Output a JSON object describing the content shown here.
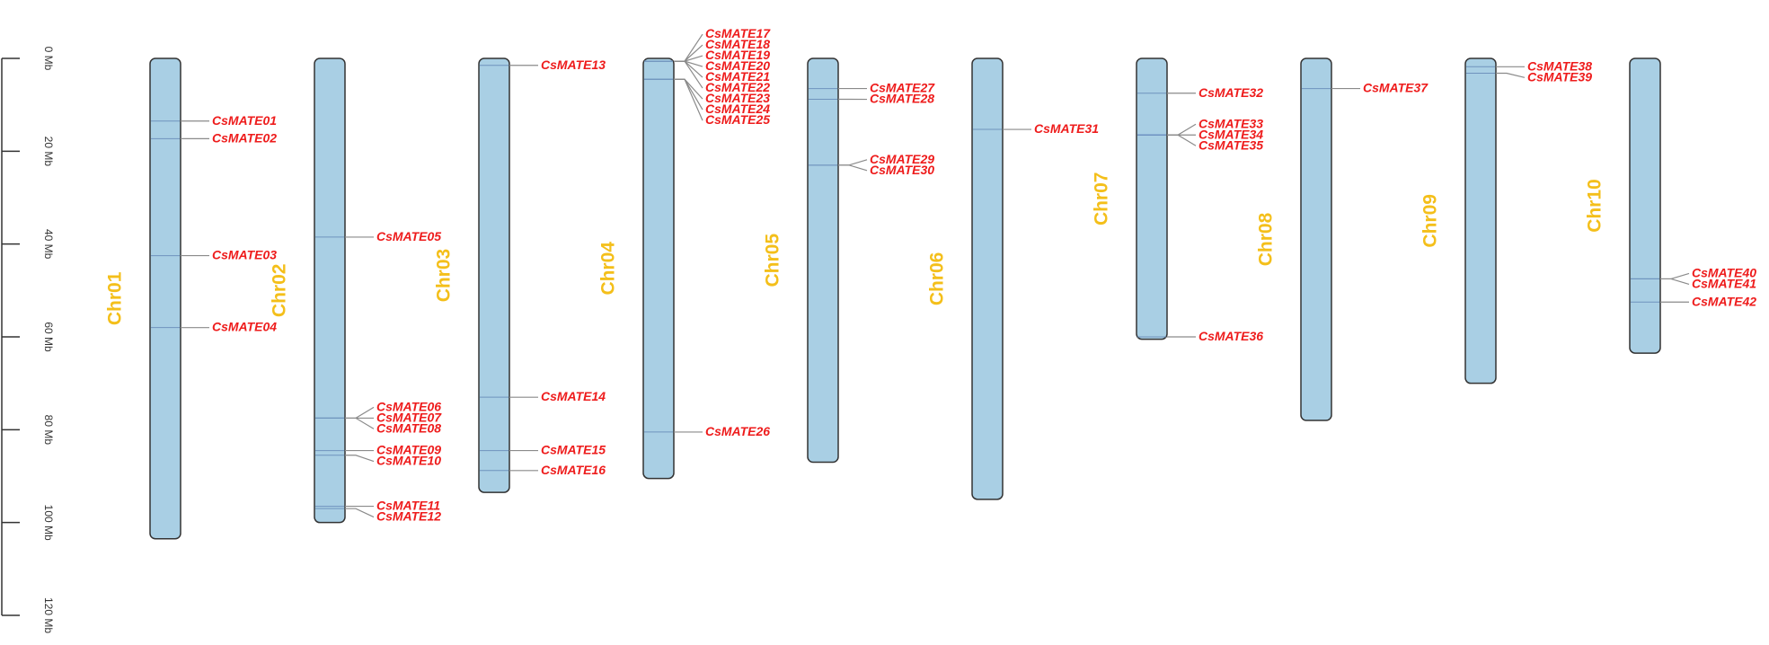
{
  "colors": {
    "chromosome_fill": "#a9cfe4",
    "chromosome_label": "#f4bf1a",
    "gene_label": "#ee1c1c",
    "gene_mark": "#6f93bd",
    "highlight_mark": "#3050d0"
  },
  "scale": {
    "ticks": [
      {
        "value": 0,
        "label": "0 Mb"
      },
      {
        "value": 20,
        "label": "20 Mb"
      },
      {
        "value": 40,
        "label": "40 Mb"
      },
      {
        "value": 60,
        "label": "60 Mb"
      },
      {
        "value": 80,
        "label": "80 Mb"
      },
      {
        "value": 100,
        "label": "100 Mb"
      },
      {
        "value": 120,
        "label": "120 Mb"
      }
    ],
    "max": 120
  },
  "chromosomes": [
    {
      "name": "Chr01",
      "length": 103.5,
      "genes": [
        {
          "name": "CsMATE01",
          "pos": 13.5
        },
        {
          "name": "CsMATE02",
          "pos": 17.3
        },
        {
          "name": "CsMATE03",
          "pos": 42.5
        },
        {
          "name": "CsMATE04",
          "pos": 58.0
        }
      ]
    },
    {
      "name": "Chr02",
      "length": 100.0,
      "genes": [
        {
          "name": "CsMATE05",
          "pos": 38.5
        },
        {
          "name": "CsMATE06",
          "pos": 77.5
        },
        {
          "name": "CsMATE07",
          "pos": 77.5
        },
        {
          "name": "CsMATE08",
          "pos": 77.5
        },
        {
          "name": "CsMATE09",
          "pos": 84.5
        },
        {
          "name": "CsMATE10",
          "pos": 85.5
        },
        {
          "name": "CsMATE11",
          "pos": 96.5
        },
        {
          "name": "CsMATE12",
          "pos": 97.0
        }
      ]
    },
    {
      "name": "Chr03",
      "length": 93.5,
      "genes": [
        {
          "name": "CsMATE13",
          "pos": 1.5
        },
        {
          "name": "CsMATE14",
          "pos": 73.0
        },
        {
          "name": "CsMATE15",
          "pos": 84.5
        },
        {
          "name": "CsMATE16",
          "pos": 88.8
        }
      ]
    },
    {
      "name": "Chr04",
      "length": 90.5,
      "genes": [
        {
          "name": "CsMATE17",
          "pos": 0.6
        },
        {
          "name": "CsMATE18",
          "pos": 0.6
        },
        {
          "name": "CsMATE19",
          "pos": 0.6
        },
        {
          "name": "CsMATE20",
          "pos": 0.6
        },
        {
          "name": "CsMATE21",
          "pos": 0.6
        },
        {
          "name": "CsMATE22",
          "pos": 0.6
        },
        {
          "name": "CsMATE23",
          "pos": 4.5
        },
        {
          "name": "CsMATE24",
          "pos": 4.5
        },
        {
          "name": "CsMATE25",
          "pos": 4.5
        },
        {
          "name": "CsMATE26",
          "pos": 80.5
        }
      ]
    },
    {
      "name": "Chr05",
      "length": 87.0,
      "genes": [
        {
          "name": "CsMATE27",
          "pos": 6.5
        },
        {
          "name": "CsMATE28",
          "pos": 8.8
        },
        {
          "name": "CsMATE29",
          "pos": 23.0
        },
        {
          "name": "CsMATE30",
          "pos": 23.0
        }
      ]
    },
    {
      "name": "Chr06",
      "length": 95.0,
      "genes": [
        {
          "name": "CsMATE31",
          "pos": 15.3
        }
      ]
    },
    {
      "name": "Chr07",
      "length": 60.5,
      "genes": [
        {
          "name": "CsMATE32",
          "pos": 7.5
        },
        {
          "name": "CsMATE33",
          "pos": 16.5
        },
        {
          "name": "CsMATE34",
          "pos": 16.5
        },
        {
          "name": "CsMATE35",
          "pos": 16.5
        },
        {
          "name": "CsMATE36",
          "pos": 60.0
        }
      ]
    },
    {
      "name": "Chr08",
      "length": 78.0,
      "genes": [
        {
          "name": "CsMATE37",
          "pos": 6.5
        }
      ]
    },
    {
      "name": "Chr09",
      "length": 70.0,
      "genes": [
        {
          "name": "CsMATE38",
          "pos": 1.8
        },
        {
          "name": "CsMATE39",
          "pos": 3.2
        }
      ]
    },
    {
      "name": "Chr10",
      "length": 63.5,
      "genes": [
        {
          "name": "CsMATE40",
          "pos": 47.5
        },
        {
          "name": "CsMATE41",
          "pos": 47.5
        },
        {
          "name": "CsMATE42",
          "pos": 52.5
        }
      ]
    }
  ]
}
